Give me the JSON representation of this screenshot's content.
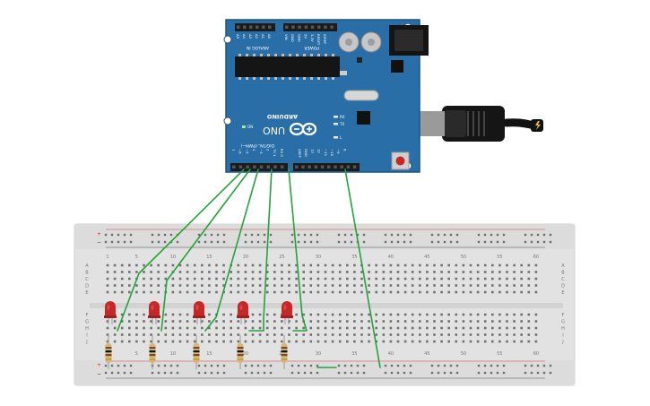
{
  "board": {
    "brand": "ARDUINO",
    "model": "UNO",
    "analog_in_label": "ANALOG IN",
    "power_label": "POWER",
    "digital_label": "DIGITAL (PWM~)",
    "on_label": "ON",
    "tx_label": "TX",
    "rx_label": "RX",
    "l_label": "L",
    "analog_pins": [
      "A5",
      "A4",
      "A3",
      "A2",
      "A1",
      "A0"
    ],
    "power_pins": [
      "VIN",
      "GND",
      "GND",
      "5V",
      "3.3V",
      "RESET",
      "IOREF"
    ],
    "digital_pins_low": [
      "RX 0",
      "TX 1",
      "2",
      "~3",
      "4",
      "~5",
      "~6",
      "7"
    ],
    "digital_pins_high": [
      "8",
      "~9",
      "~10",
      "~11",
      "12",
      "13",
      "GND",
      "AREF"
    ]
  },
  "breadboard": {
    "column_numbers": [
      "1",
      "5",
      "10",
      "15",
      "20",
      "25",
      "30",
      "35",
      "40",
      "45",
      "50",
      "55",
      "60"
    ],
    "row_letters_top": [
      "A",
      "B",
      "C",
      "D",
      "E"
    ],
    "row_letters_bottom": [
      "F",
      "G",
      "H",
      "I",
      "J"
    ],
    "rail_plus": "+",
    "rail_minus": "−"
  },
  "colors": {
    "board": "#2a6ea8",
    "wire": "#22a43a",
    "led": "#c62828",
    "breadboard": "#e4e4e4",
    "usb": "#cfcfcf",
    "cable": "#1a1a1a"
  }
}
